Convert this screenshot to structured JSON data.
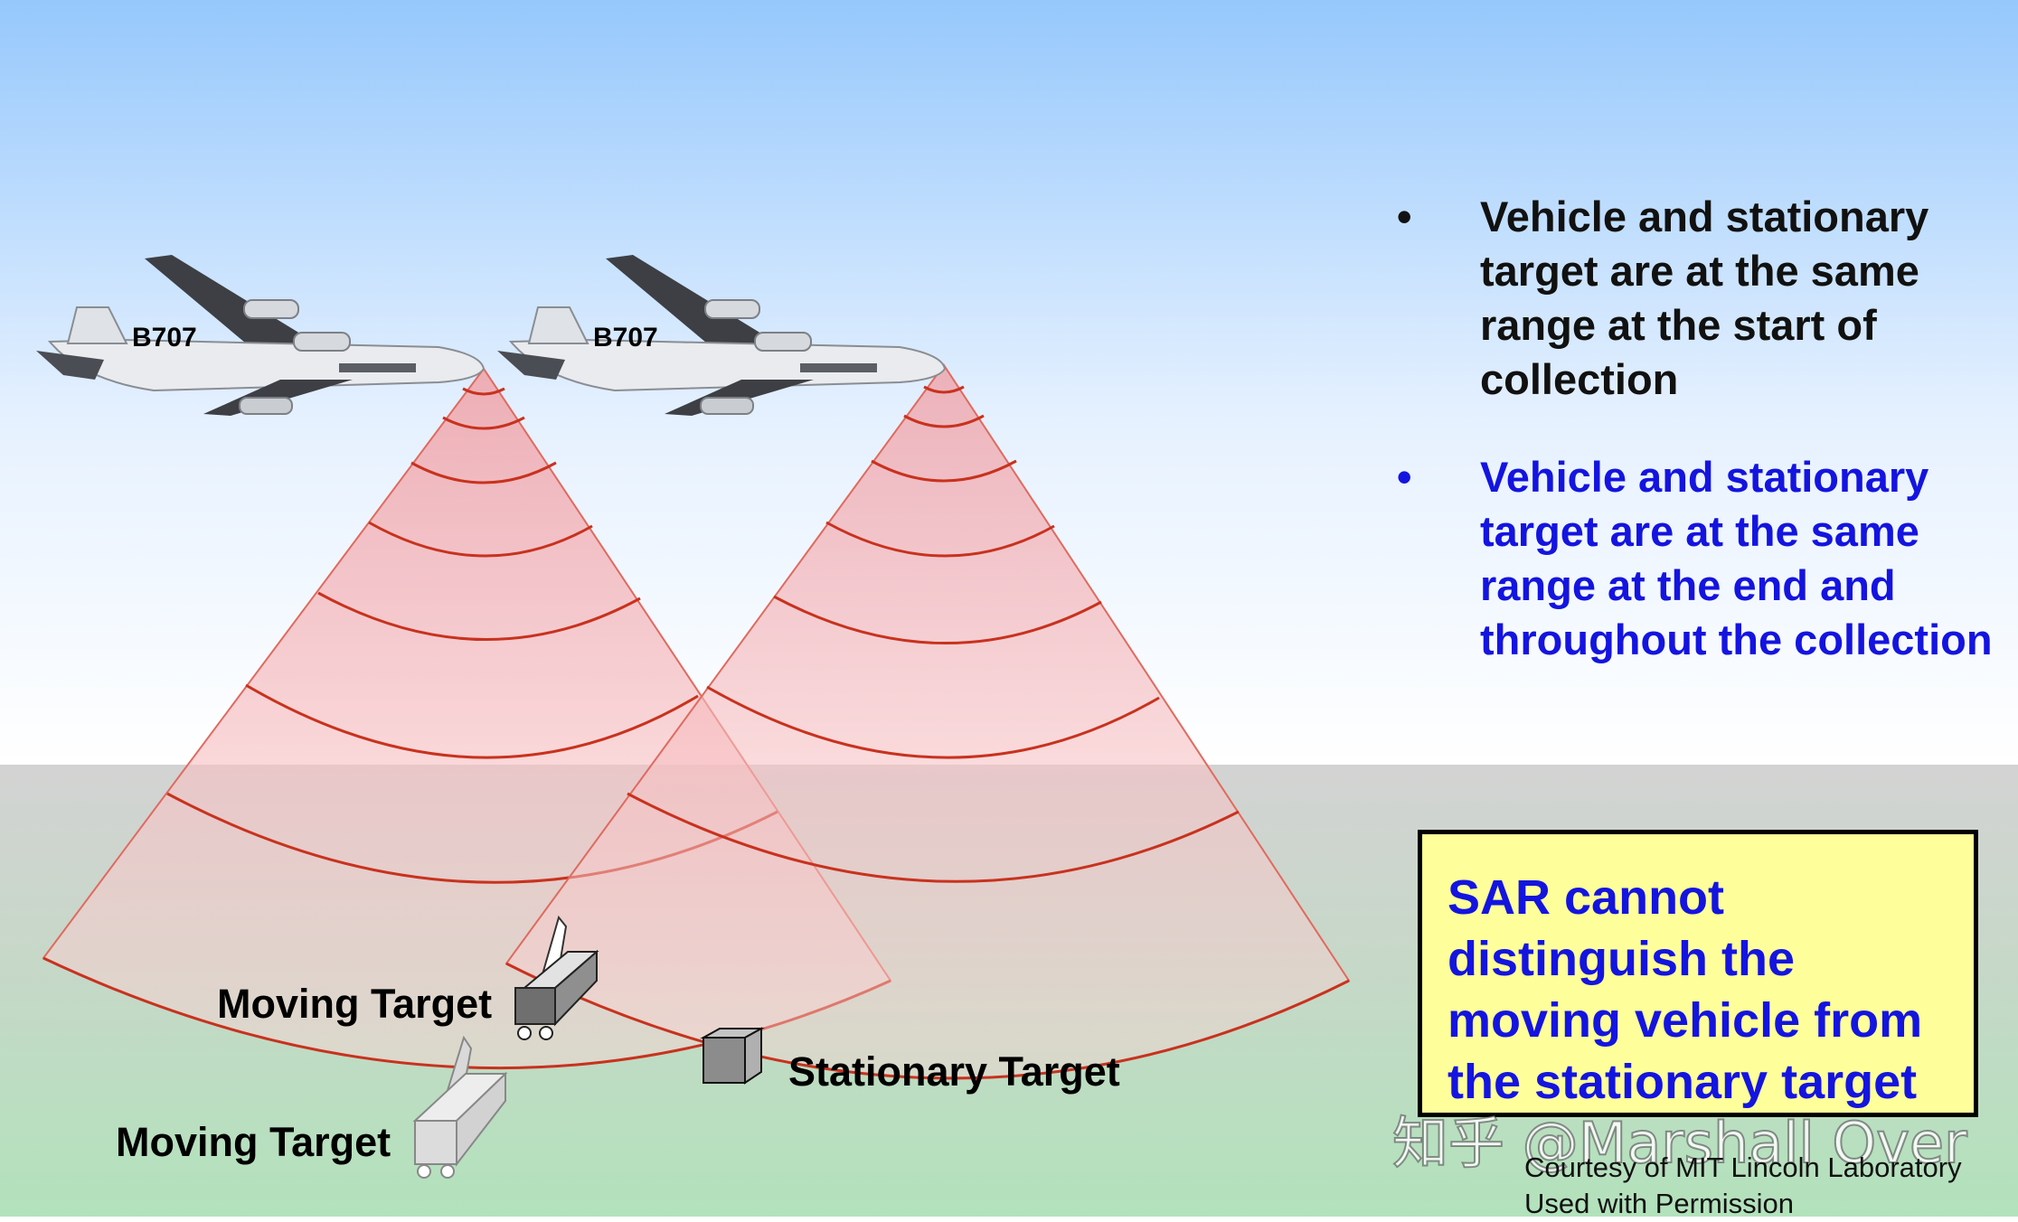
{
  "colors": {
    "sky_top": "#96c8fc",
    "sky_bottom": "#ffffff",
    "ground_top": "#d3d3d3",
    "ground_bottom": "#b2e2bb",
    "beam_fill": "#f9b4b4",
    "wave_line": "#c8321e",
    "bullet_black": "#111111",
    "bullet_blue": "#1414e0",
    "callout_fill": "#fefe9a"
  },
  "aircraft": [
    {
      "label": "B707"
    },
    {
      "label": "B707"
    }
  ],
  "targets": {
    "moving_1": "Moving Target",
    "moving_2": "Moving Target",
    "stationary": "Stationary Target"
  },
  "bullets": [
    {
      "marker": "•",
      "text": "Vehicle and stationary target are at the same range at the start of collection"
    },
    {
      "marker": "•",
      "text": "Vehicle and stationary target are at the same range at the end and throughout the collection"
    }
  ],
  "callout": {
    "text": "SAR cannot distinguish the moving vehicle from the stationary target"
  },
  "watermark": "知乎 @Marshall Over",
  "credit": {
    "line1": "Courtesy of MIT Lincoln Laboratory",
    "line2": "Used with Permission"
  }
}
